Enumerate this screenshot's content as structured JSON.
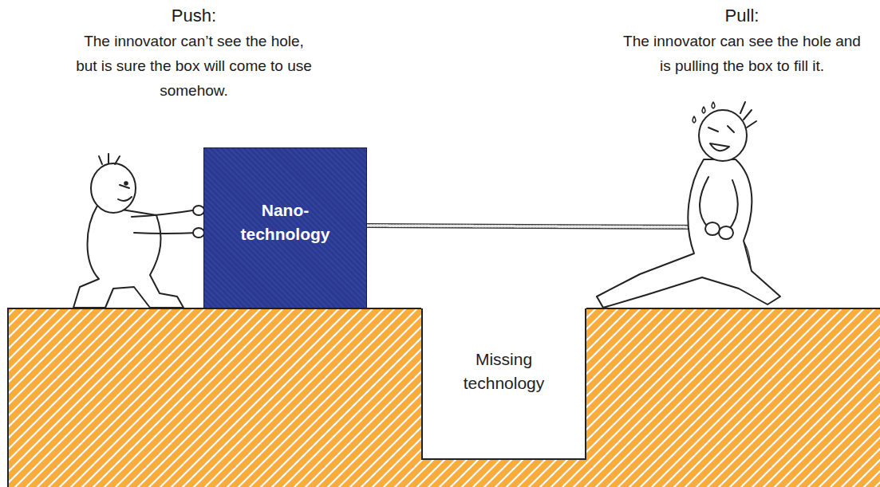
{
  "diagram": {
    "nodes": [
      {
        "text": [
          "Nano- technology"
        ]
      },
      {
        "text": [
          "Missing technology"
        ]
      }
    ],
    "labels": [
      "Push:",
      "The innovator can’t see the hole, but is sure the box will come to use somehow.",
      "Pull:",
      "The innovator can see the hole and is pulling the box to fill it."
    ]
  }
}
